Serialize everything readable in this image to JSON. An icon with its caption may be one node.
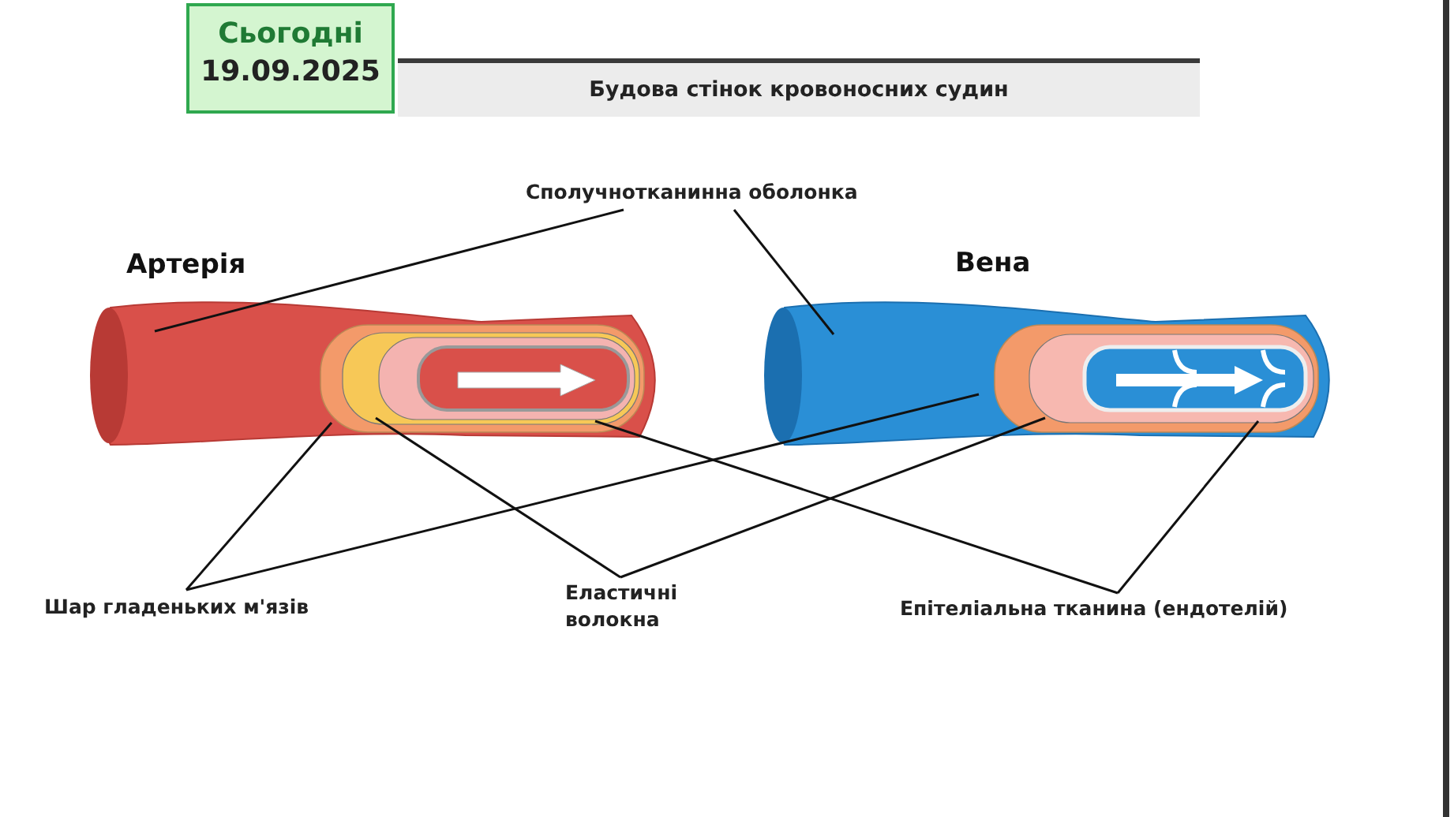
{
  "diagram": {
    "title": "Будова стінок кровоносних судин",
    "nodes": [
      {
        "text": [
          "Сполучнотканинна оболонка"
        ]
      },
      {
        "text": [
          "Шар гладеньких м'язів"
        ]
      },
      {
        "text": [
          "Еластичні волокна"
        ]
      },
      {
        "text": [
          "Епітеліальна тканина (ендотелій)"
        ]
      },
      {
        "text": [
          "Сьогодні",
          "19.09.2025"
        ]
      }
    ],
    "edges": [
      {
        "from": 0,
        "to": null,
        "arrow": "none"
      },
      {
        "from": 0,
        "to": null,
        "arrow": "none"
      },
      {
        "from": 1,
        "to": null,
        "arrow": "none"
      },
      {
        "from": 1,
        "to": null,
        "arrow": "none"
      },
      {
        "from": 2,
        "to": null,
        "arrow": "none"
      },
      {
        "from": 2,
        "to": null,
        "arrow": "none"
      },
      {
        "from": 3,
        "to": null,
        "arrow": "none"
      },
      {
        "from": 3,
        "to": null,
        "arrow": "none"
      }
    ],
    "labels": [
      "Артерія",
      "Вена"
    ]
  }
}
